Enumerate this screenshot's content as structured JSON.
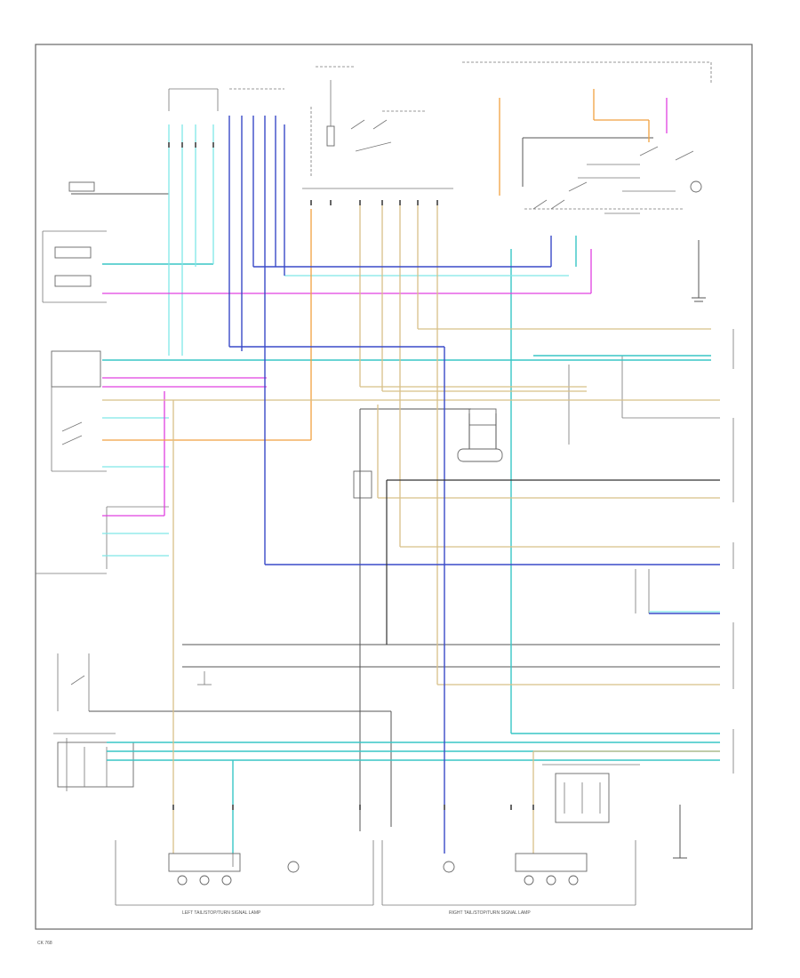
{
  "diagram": {
    "lamp_groups": {
      "left_tail": "LEFT TAIL/STOP/TURN SIGNAL LAMP",
      "right_tail": "RIGHT TAIL/STOP/TURN SIGNAL LAMP"
    },
    "footer_code": "CK 768"
  },
  "wire_colors": {
    "light_green": "#39c6c6",
    "cyan": "#7fe8e8",
    "magenta": "#e040e0",
    "orange": "#f0a040",
    "tan": "#d8c088",
    "blue": "#3a4ac8",
    "black": "#333333"
  }
}
